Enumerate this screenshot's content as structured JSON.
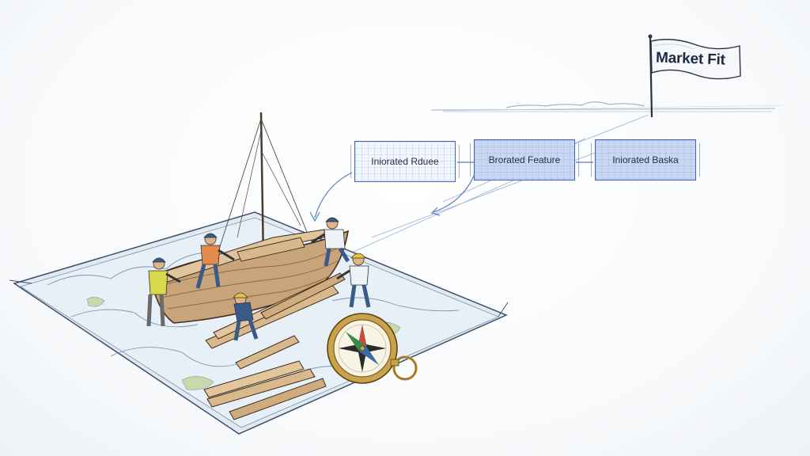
{
  "goal_flag": {
    "label": "Market Fit"
  },
  "milestones": [
    {
      "label": "Iniorated Rduee",
      "style": "plain"
    },
    {
      "label": "Brorated Feature",
      "style": "filled"
    },
    {
      "label": "Iniorated Baska",
      "style": "filled"
    }
  ],
  "colors": {
    "line": "#3f64b8",
    "ink": "#1d2a44",
    "wood": "#b8926a",
    "map": "#dbe8f1",
    "hardhat": "#e8c43a",
    "compass_gold": "#c9a24a"
  },
  "icons": [
    "boat-icon",
    "map-icon",
    "compass-icon",
    "worker-icon",
    "flag-icon",
    "plank-icon"
  ]
}
